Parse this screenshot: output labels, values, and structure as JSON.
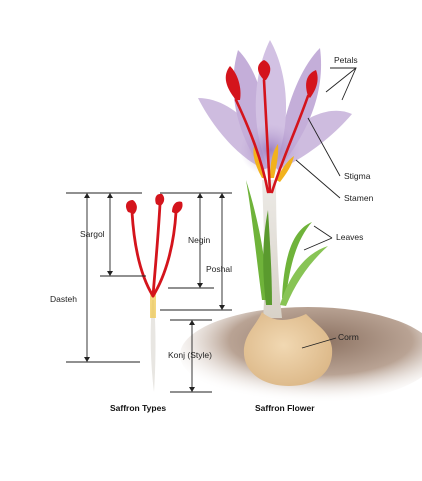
{
  "labels": {
    "petals": "Petals",
    "stigma": "Stigma",
    "stamen": "Stamen",
    "leaves": "Leaves",
    "corm": "Corm",
    "sargol": "Sargol",
    "negin": "Negin",
    "poshal": "Poshal",
    "dasteh": "Dasteh",
    "konj": "Konj (Style)"
  },
  "captions": {
    "types": "Saffron Types",
    "flower": "Saffron Flower"
  },
  "colors": {
    "petal": "#c9b4dc",
    "petal_dark": "#a98fcb",
    "stigma": "#d4141c",
    "stamen": "#f2b21d",
    "leaf": "#6fb33a",
    "corm": "#e7c89c",
    "soil": "#8a6f5e"
  }
}
